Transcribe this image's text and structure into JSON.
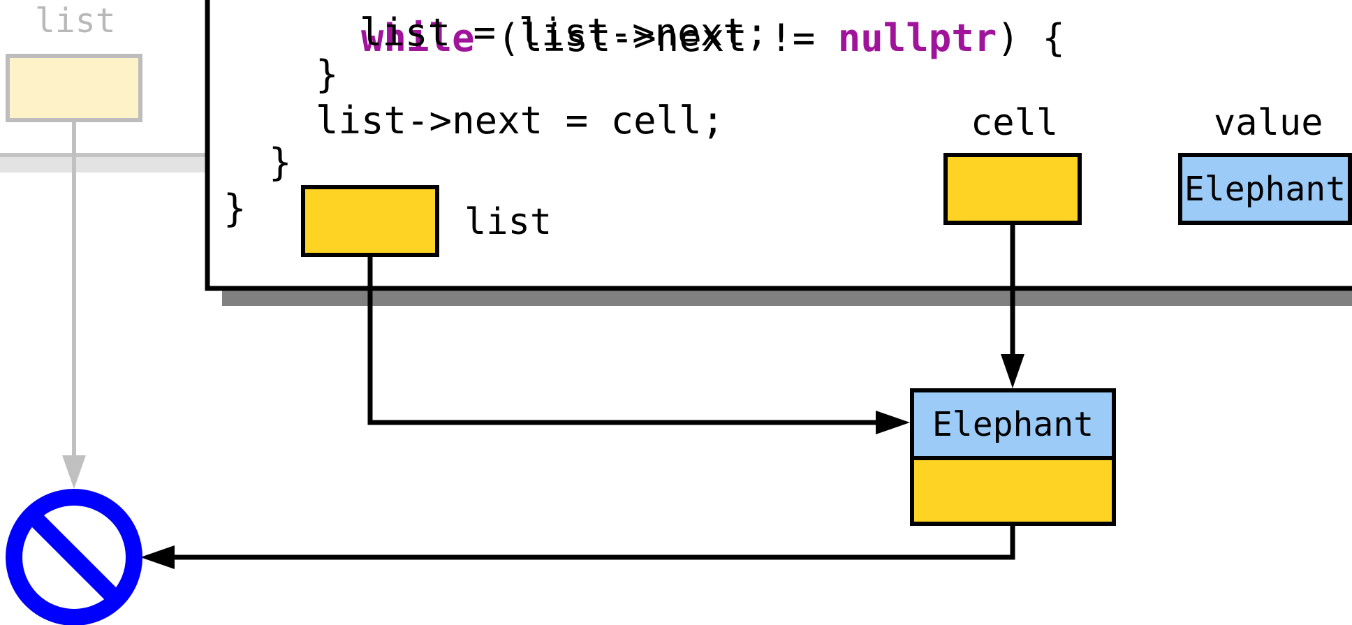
{
  "left_frame": {
    "list_label": "list"
  },
  "code": {
    "line_while_kw1": "while",
    "line_while_mid": " (list->next != ",
    "line_while_kw2": "nullptr",
    "line_while_end": ") {",
    "line_assign": "list = list->next;",
    "line_close_while": "}",
    "line_link": "list->next = cell;",
    "line_close_else": "}",
    "line_close_fn": "}"
  },
  "frame_vars": {
    "list_label": "list",
    "cell_label": "cell",
    "value_label": "value",
    "value_text": "Elephant"
  },
  "heap": {
    "cell_value": "Elephant"
  },
  "colors": {
    "pointer_fill": "#ffd324",
    "value_fill": "#9ccbf8",
    "keyword": "#a0149b",
    "faded_pointer_fill": "#fef3c8",
    "faded_border": "#bdbdbd",
    "null_symbol": "#0000ff"
  },
  "icons": {
    "null_pointer": "null-prohibited-icon"
  }
}
